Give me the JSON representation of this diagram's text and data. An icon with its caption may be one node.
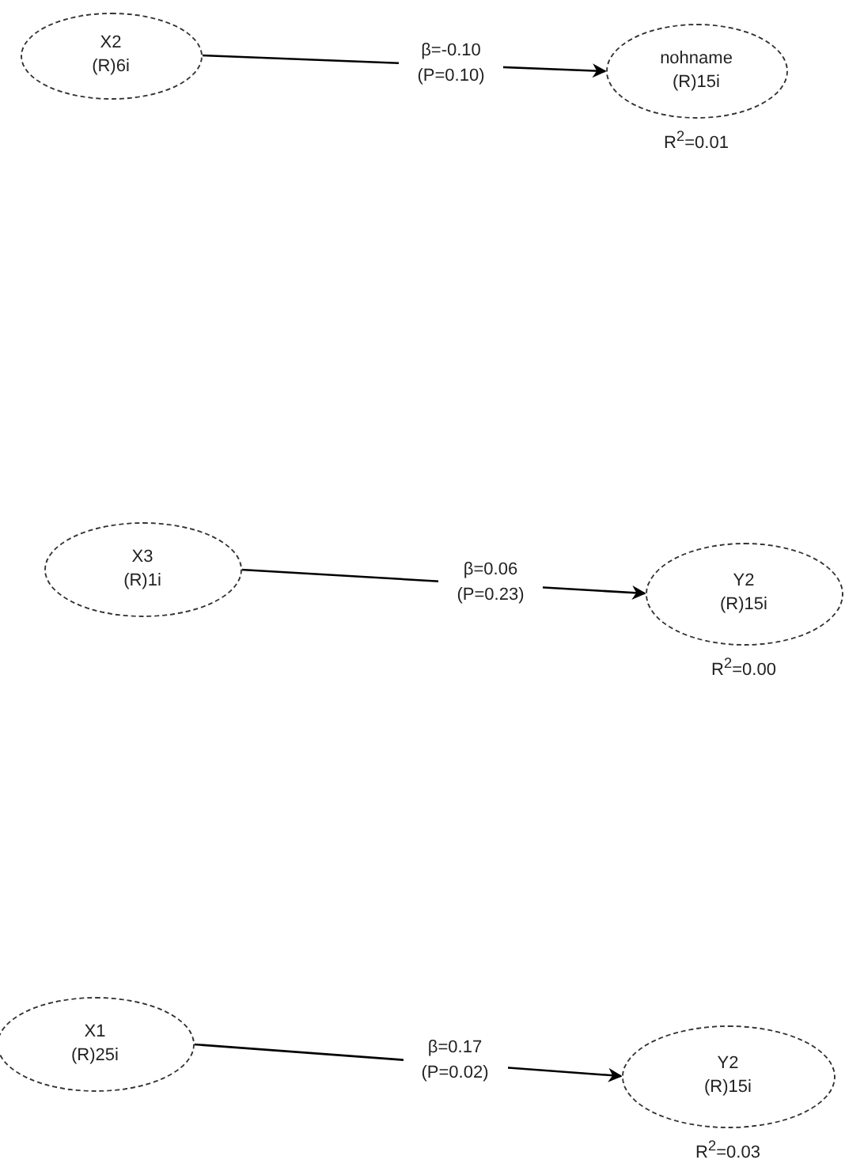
{
  "diagram": {
    "nodes": [
      {
        "text": [
          "X2",
          "(R)6i"
        ]
      },
      {
        "text": [
          "nohname",
          "(R)15i"
        ],
        "beside": [
          "R$^{2}$=0.01"
        ]
      },
      {
        "text": [
          "X3",
          "(R)1i"
        ]
      },
      {
        "text": [
          "Y2",
          "(R)15i"
        ],
        "beside": [
          "R$^{2}$=0.00"
        ]
      },
      {
        "text": [
          "X1",
          "(R)25i"
        ]
      },
      {
        "text": [
          "Y2",
          "(R)15i"
        ],
        "beside": [
          "R$^{2}$=0.03"
        ]
      }
    ],
    "edges": [
      {
        "from": 0,
        "to": 1,
        "arrow": "to",
        "label": "β=-0.10 (P=0.10)"
      },
      {
        "from": 2,
        "to": 3,
        "arrow": "to",
        "label": "β=0.06 (P=0.23)"
      },
      {
        "from": 4,
        "to": 5,
        "arrow": "to",
        "label": "β=0.17 (P=0.02)"
      }
    ]
  }
}
